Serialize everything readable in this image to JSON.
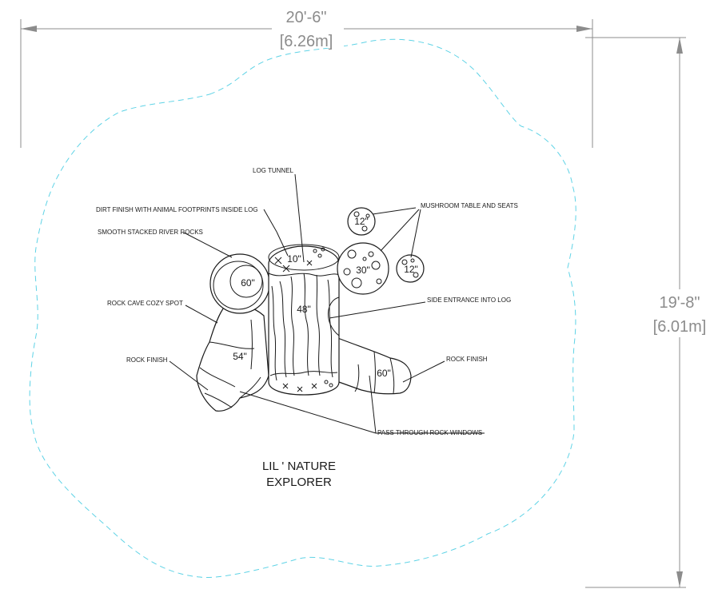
{
  "dimensions": {
    "width_ft": "20'-6\"",
    "width_m": "[6.26m]",
    "depth_ft": "19'-8\"",
    "depth_m": "[6.01m]"
  },
  "callouts": {
    "log_tunnel": "LOG TUNNEL",
    "dirt_finish": "DIRT FINISH WITH ANIMAL FOOTPRINTS INSIDE LOG",
    "river_rocks": "SMOOTH STACKED RIVER ROCKS",
    "mushroom": "MUSHROOM TABLE AND SEATS",
    "rock_cave": "ROCK CAVE COZY SPOT",
    "side_entrance": "SIDE ENTRANCE INTO LOG",
    "rock_finish_left": "ROCK FINISH",
    "rock_finish_right": "ROCK FINISH",
    "rock_windows": "PASS THROUGH ROCK WINDOWS"
  },
  "measurements": {
    "mushroom_seat_left": "12\"",
    "mushroom_table": "30\"",
    "mushroom_seat_right": "12\"",
    "log_top": "10\"",
    "log_height": "48\"",
    "river_rocks": "60\"",
    "rock_left": "54\"",
    "rock_right": "60\""
  },
  "title": {
    "line1": "LIL ' NATURE",
    "line2": "EXPLORER"
  },
  "colors": {
    "dimension": "#8c8c8c",
    "linework": "#1a1a1a",
    "boundary": "#5fd3e6"
  }
}
